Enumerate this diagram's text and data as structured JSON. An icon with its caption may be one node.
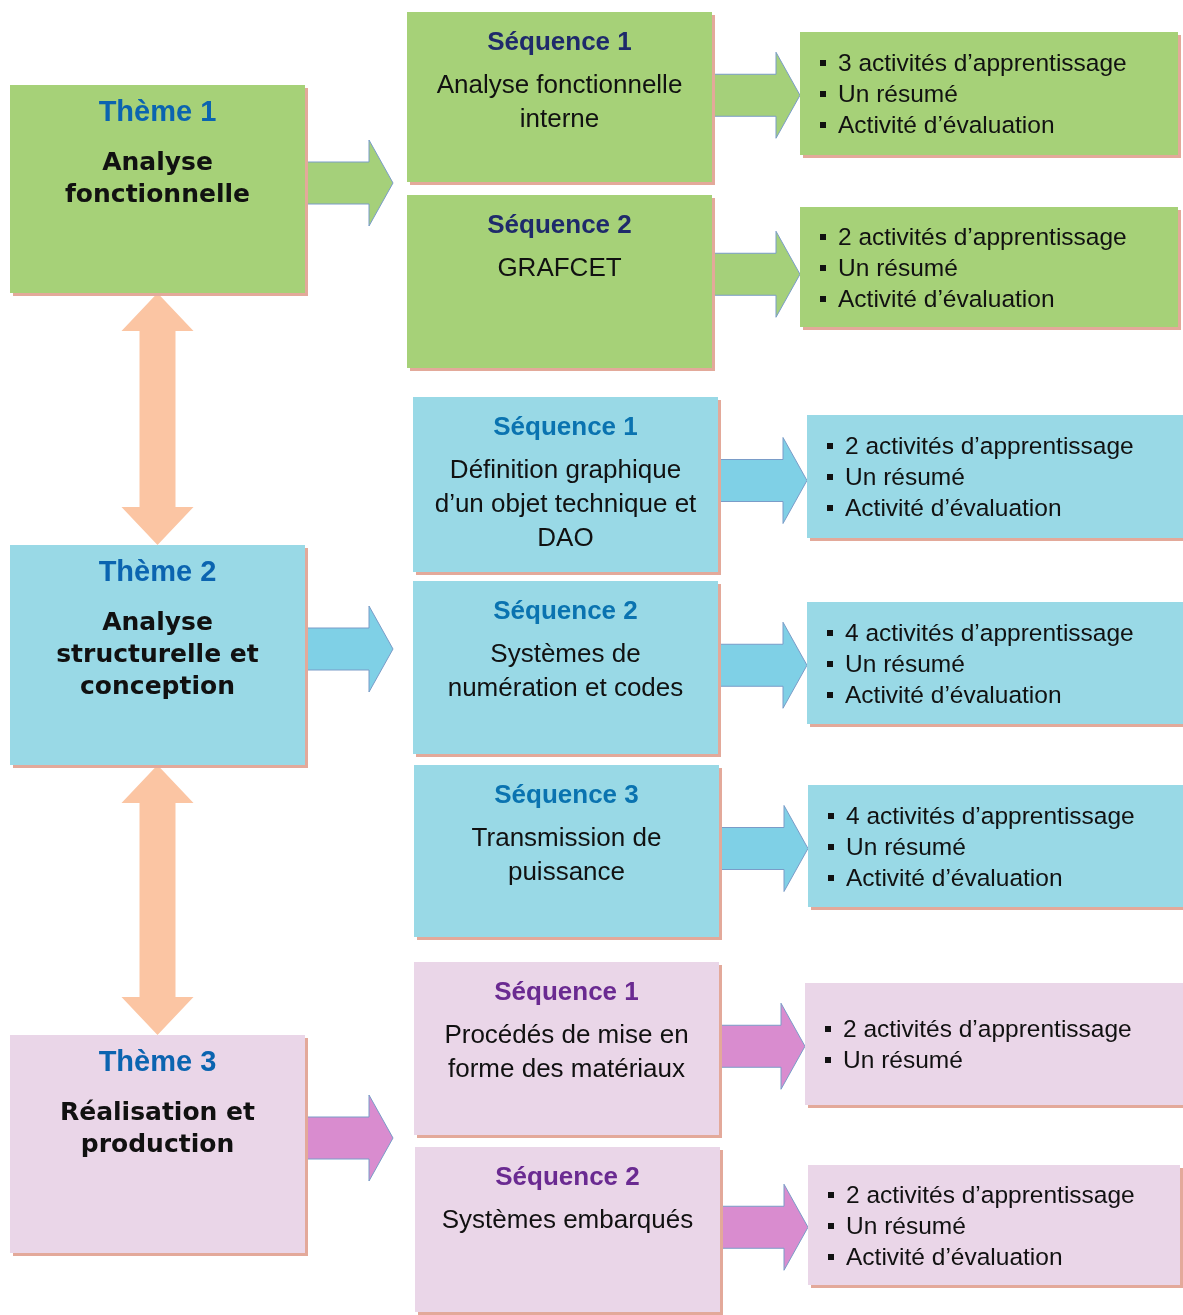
{
  "diagram": {
    "nodes": [
      {
        "text": [
          "Thème 1",
          "Analyse fonctionnelle"
        ]
      },
      {
        "text": [
          "Séquence 1",
          "Analyse fonctionnelle interne"
        ]
      },
      {
        "text": [
          "Séquence 2",
          "GRAFCET"
        ]
      },
      {
        "text": [
          "3 activités d’apprentissage",
          "Un résumé",
          "Activité d’évaluation"
        ]
      },
      {
        "text": [
          "2 activités d’apprentissage",
          "Un résumé",
          "Activité d’évaluation"
        ]
      },
      {
        "text": [
          "Thème 2",
          "Analyse structurelle et conception"
        ]
      },
      {
        "text": [
          "Séquence 1",
          "Définition graphique d’un objet technique et DAO"
        ]
      },
      {
        "text": [
          "Séquence 2",
          "Systèmes de numération et codes"
        ]
      },
      {
        "text": [
          "Séquence 3",
          "Transmission de puissance"
        ]
      },
      {
        "text": [
          "2 activités d’apprentissage",
          "Un résumé",
          "Activité d’évaluation"
        ]
      },
      {
        "text": [
          "4 activités d’apprentissage",
          "Un résumé",
          "Activité d’évaluation"
        ]
      },
      {
        "text": [
          "4 activités d’apprentissage",
          "Un résumé",
          "Activité d’évaluation"
        ]
      },
      {
        "text": [
          "Thème 3",
          "Réalisation et production"
        ]
      },
      {
        "text": [
          "Séquence 1",
          "Procédés de mise en forme des matériaux"
        ]
      },
      {
        "text": [
          "Séquence 2",
          "Systèmes embarqués"
        ]
      },
      {
        "text": [
          "2 activités d’apprentissage",
          "Un résumé"
        ]
      },
      {
        "text": [
          "2 activités d’apprentissage",
          "Un résumé",
          "Activité d’évaluation"
        ]
      }
    ],
    "edges": [
      {
        "from": 0,
        "to": null,
        "arrow": "to",
        "color": "#a5d07a"
      },
      {
        "from": 1,
        "to": 3,
        "arrow": "to",
        "color": "#a5d07a"
      },
      {
        "from": 2,
        "to": 4,
        "arrow": "to",
        "color": "#a5d07a"
      },
      {
        "from": 5,
        "to": null,
        "arrow": "to",
        "color": "#7fd0e6"
      },
      {
        "from": 6,
        "to": 9,
        "arrow": "to",
        "color": "#7fd0e6"
      },
      {
        "from": 7,
        "to": 10,
        "arrow": "to",
        "color": "#7fd0e6"
      },
      {
        "from": 8,
        "to": 11,
        "arrow": "to",
        "color": "#7fd0e6"
      },
      {
        "from": 12,
        "to": null,
        "arrow": "to",
        "color": "#d98ccf"
      },
      {
        "from": 13,
        "to": 15,
        "arrow": "to",
        "color": "#d98ccf"
      },
      {
        "from": 14,
        "to": 16,
        "arrow": "to",
        "color": "#d98ccf"
      },
      {
        "from": 0,
        "to": 5,
        "arrow": "both",
        "color": "#fbc5a3"
      },
      {
        "from": 5,
        "to": 12,
        "arrow": "both",
        "color": "#fbc5a3"
      }
    ]
  }
}
